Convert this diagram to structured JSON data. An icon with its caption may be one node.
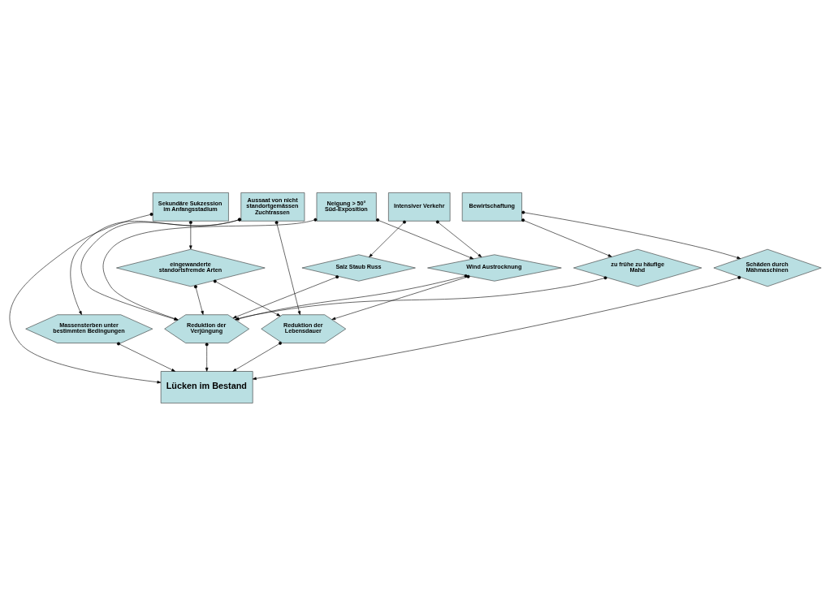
{
  "diagram": {
    "nodes": [
      {
        "text": [
          "Sekundäre Sukzession im Anfangsstadium"
        ]
      },
      {
        "text": [
          "Aussaat von nicht standortgemässen Zuchtrassen"
        ]
      },
      {
        "text": [
          "Neigung > 50° Süd-Exposition"
        ]
      },
      {
        "text": [
          "Intensiver Verkehr"
        ]
      },
      {
        "text": [
          "Bewirtschaftung"
        ]
      },
      {
        "text": [
          "eingewanderte standortsfremde Arten"
        ]
      },
      {
        "text": [
          "Salz Staub Russ"
        ]
      },
      {
        "text": [
          "Wind Austrocknung"
        ]
      },
      {
        "text": [
          "zu frühe zu häufige Mahd"
        ]
      },
      {
        "text": [
          "Schäden durch Mähmaschinen"
        ]
      },
      {
        "text": [
          "Massensterben unter bestimmten Bedingungen"
        ]
      },
      {
        "text": [
          "Reduktion der Verjüngung"
        ]
      },
      {
        "text": [
          "Reduktion der Lebensdauer"
        ]
      },
      {
        "text": [
          "Lücken im Bestand"
        ]
      }
    ],
    "edges": [
      {
        "from": 0,
        "to": 5,
        "arrow": "to"
      },
      {
        "from": 0,
        "to": 13,
        "arrow": "to"
      },
      {
        "from": 1,
        "to": 10,
        "arrow": "to"
      },
      {
        "from": 1,
        "to": 11,
        "arrow": "to"
      },
      {
        "from": 1,
        "to": 12,
        "arrow": "to"
      },
      {
        "from": 2,
        "to": 11,
        "arrow": "to"
      },
      {
        "from": 2,
        "to": 7,
        "arrow": "to"
      },
      {
        "from": 3,
        "to": 6,
        "arrow": "to"
      },
      {
        "from": 3,
        "to": 7,
        "arrow": "to"
      },
      {
        "from": 4,
        "to": 8,
        "arrow": "to"
      },
      {
        "from": 4,
        "to": 9,
        "arrow": "to"
      },
      {
        "from": 5,
        "to": 11,
        "arrow": "to"
      },
      {
        "from": 5,
        "to": 12,
        "arrow": "to"
      },
      {
        "from": 6,
        "to": 11,
        "arrow": "to"
      },
      {
        "from": 7,
        "to": 11,
        "arrow": "to"
      },
      {
        "from": 7,
        "to": 12,
        "arrow": "to"
      },
      {
        "from": 8,
        "to": 11,
        "arrow": "to"
      },
      {
        "from": 9,
        "to": 13,
        "arrow": "to"
      },
      {
        "from": 10,
        "to": 13,
        "arrow": "to"
      },
      {
        "from": 11,
        "to": 13,
        "arrow": "to"
      },
      {
        "from": 12,
        "to": 13,
        "arrow": "to"
      }
    ]
  }
}
